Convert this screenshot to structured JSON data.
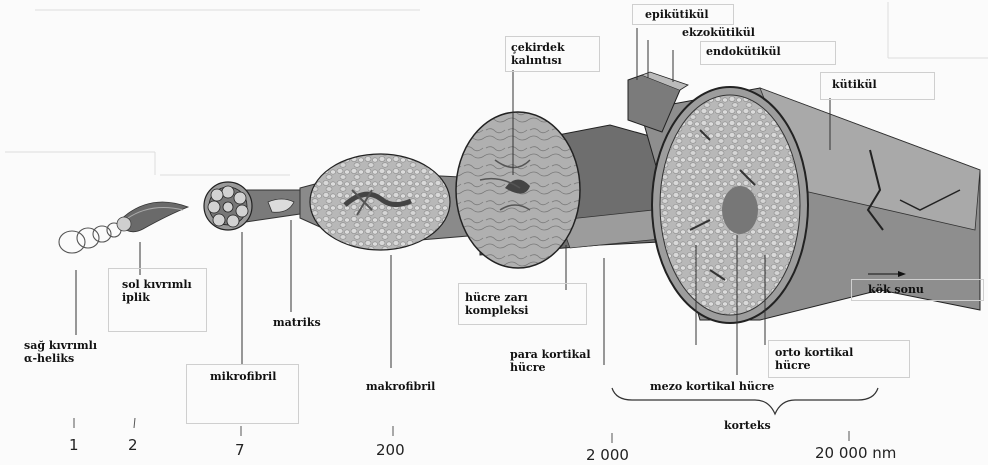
{
  "labels": {
    "sag_kivrimli": "sağ kıvrımlı\nα-heliks",
    "sol_kivrimli": "sol kıvrımlı\niplik",
    "mikrofibril": "mikrofibril",
    "matriks": "matriks",
    "makrofibril": "makrofibril",
    "cekirdek": "çekirdek\nkalıntısı",
    "hucre_zari": "hücre zarı\nkompleksi",
    "para_kortikal": "para kortikal\nhücre",
    "epikutikul": "epikütikül",
    "ekzokutikul": "ekzokütikül",
    "endokutikul": "endokütikül",
    "kutikul": "kütikül",
    "kok_sonu": "kök sonu",
    "orto_kortikal": "orto kortikal\nhücre",
    "mezo_kortikal": "mezo kortikal hücre",
    "korteks": "korteks"
  },
  "scale": [
    "1",
    "2",
    "7",
    "200",
    "2 000",
    "20 000 nm"
  ]
}
